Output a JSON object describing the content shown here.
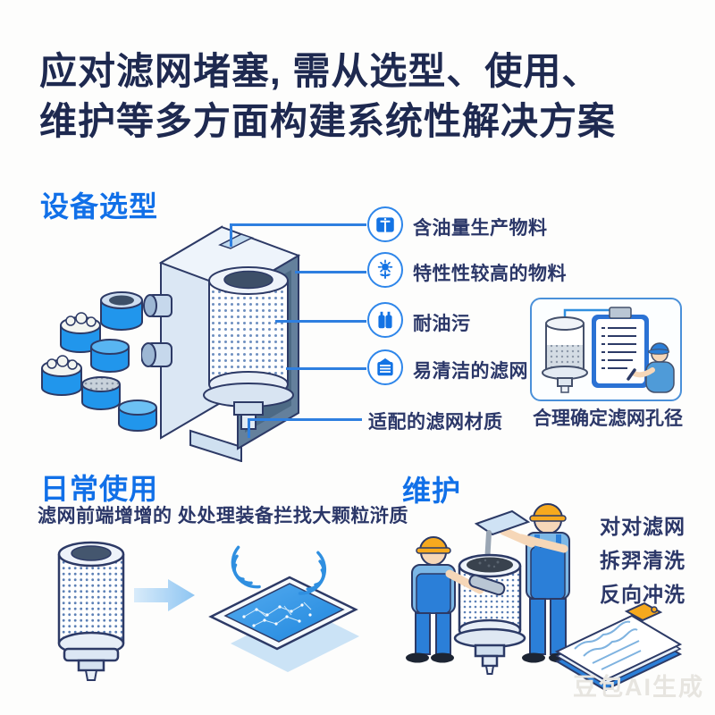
{
  "title": {
    "line1": "应对滤网堵塞, 需从选型、使用、",
    "line2": "维护等多方面构建系统性解决方案"
  },
  "sections": {
    "equipment": {
      "heading": "设备选型",
      "items": [
        {
          "icon": "oil-material-icon",
          "label": "含油量生产物料"
        },
        {
          "icon": "sun-plant-icon",
          "label": "特性性较高的物料"
        },
        {
          "icon": "bottles-icon",
          "label": "耐油污"
        },
        {
          "icon": "filter-pad-icon",
          "label": "易清洁的滤网"
        },
        {
          "icon": "none",
          "label": "适配的滤网材质"
        }
      ],
      "pore_caption": "合理确定滤网孔径"
    },
    "daily": {
      "heading": "日常使用",
      "description": "滤网前端增增的 处处理装备拦找大颗粒浒质"
    },
    "maintenance": {
      "heading": "维护",
      "items": [
        "对对滤网",
        "拆羿清洗",
        "反向冲洗"
      ]
    }
  },
  "watermark": "豆包AI生成",
  "colors": {
    "title_navy": "#1e2950",
    "heading_blue": "#1170e8",
    "text_navy": "#2b3768",
    "line_blue": "#2e7fe0",
    "icon_blue": "#1373e4",
    "material_blue": "#2196ec",
    "helmet_orange": "#f6a91e",
    "mesh_screen_blue": "#2a8ee4",
    "watermark_gray": "#e7e5e0"
  }
}
